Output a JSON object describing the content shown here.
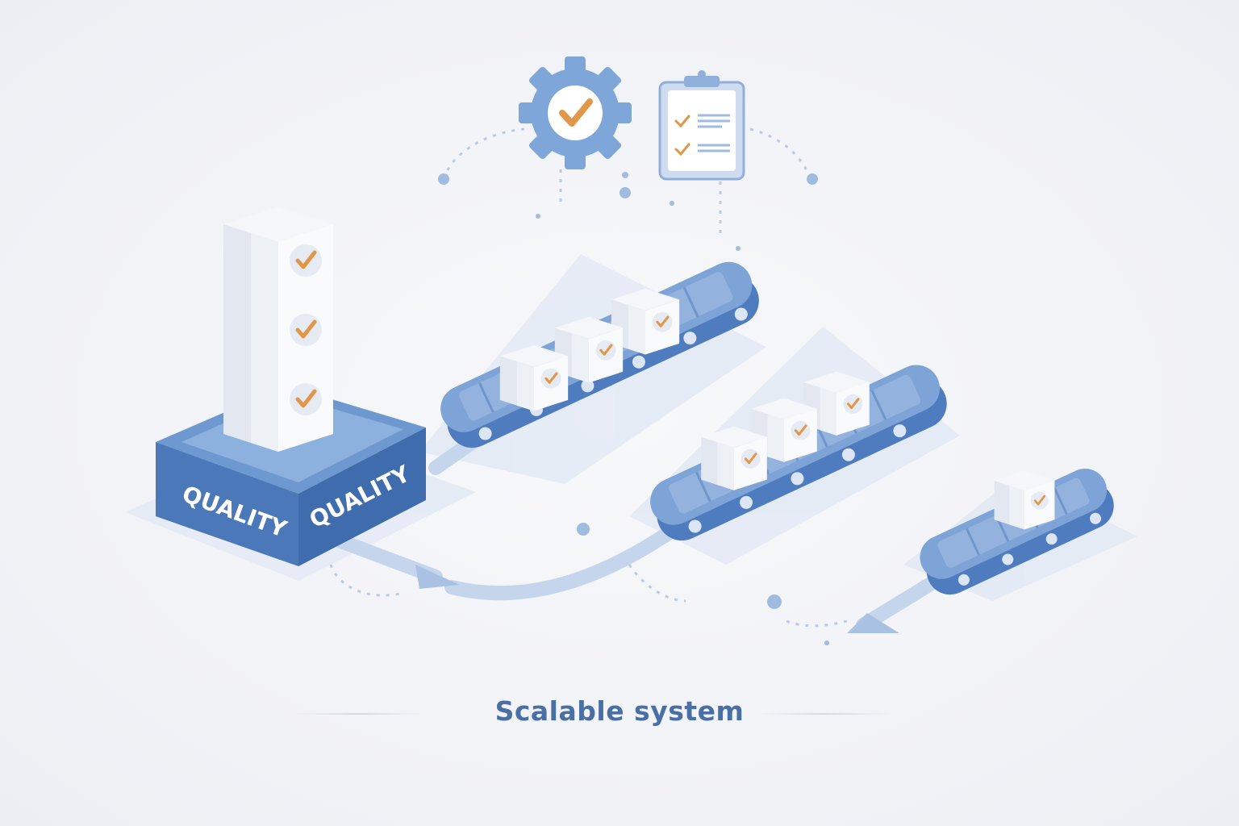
{
  "caption": "Scalable system",
  "pedestal": {
    "label_left": "QUALITY",
    "label_right": "QUALITY"
  },
  "icons": [
    "gear-check-icon",
    "clipboard-checklist-icon",
    "check-icon"
  ],
  "colors": {
    "accent": "#5b86c4",
    "check": "#e0974a",
    "text": "#4a6fa5",
    "background": "#f3f4f7"
  }
}
